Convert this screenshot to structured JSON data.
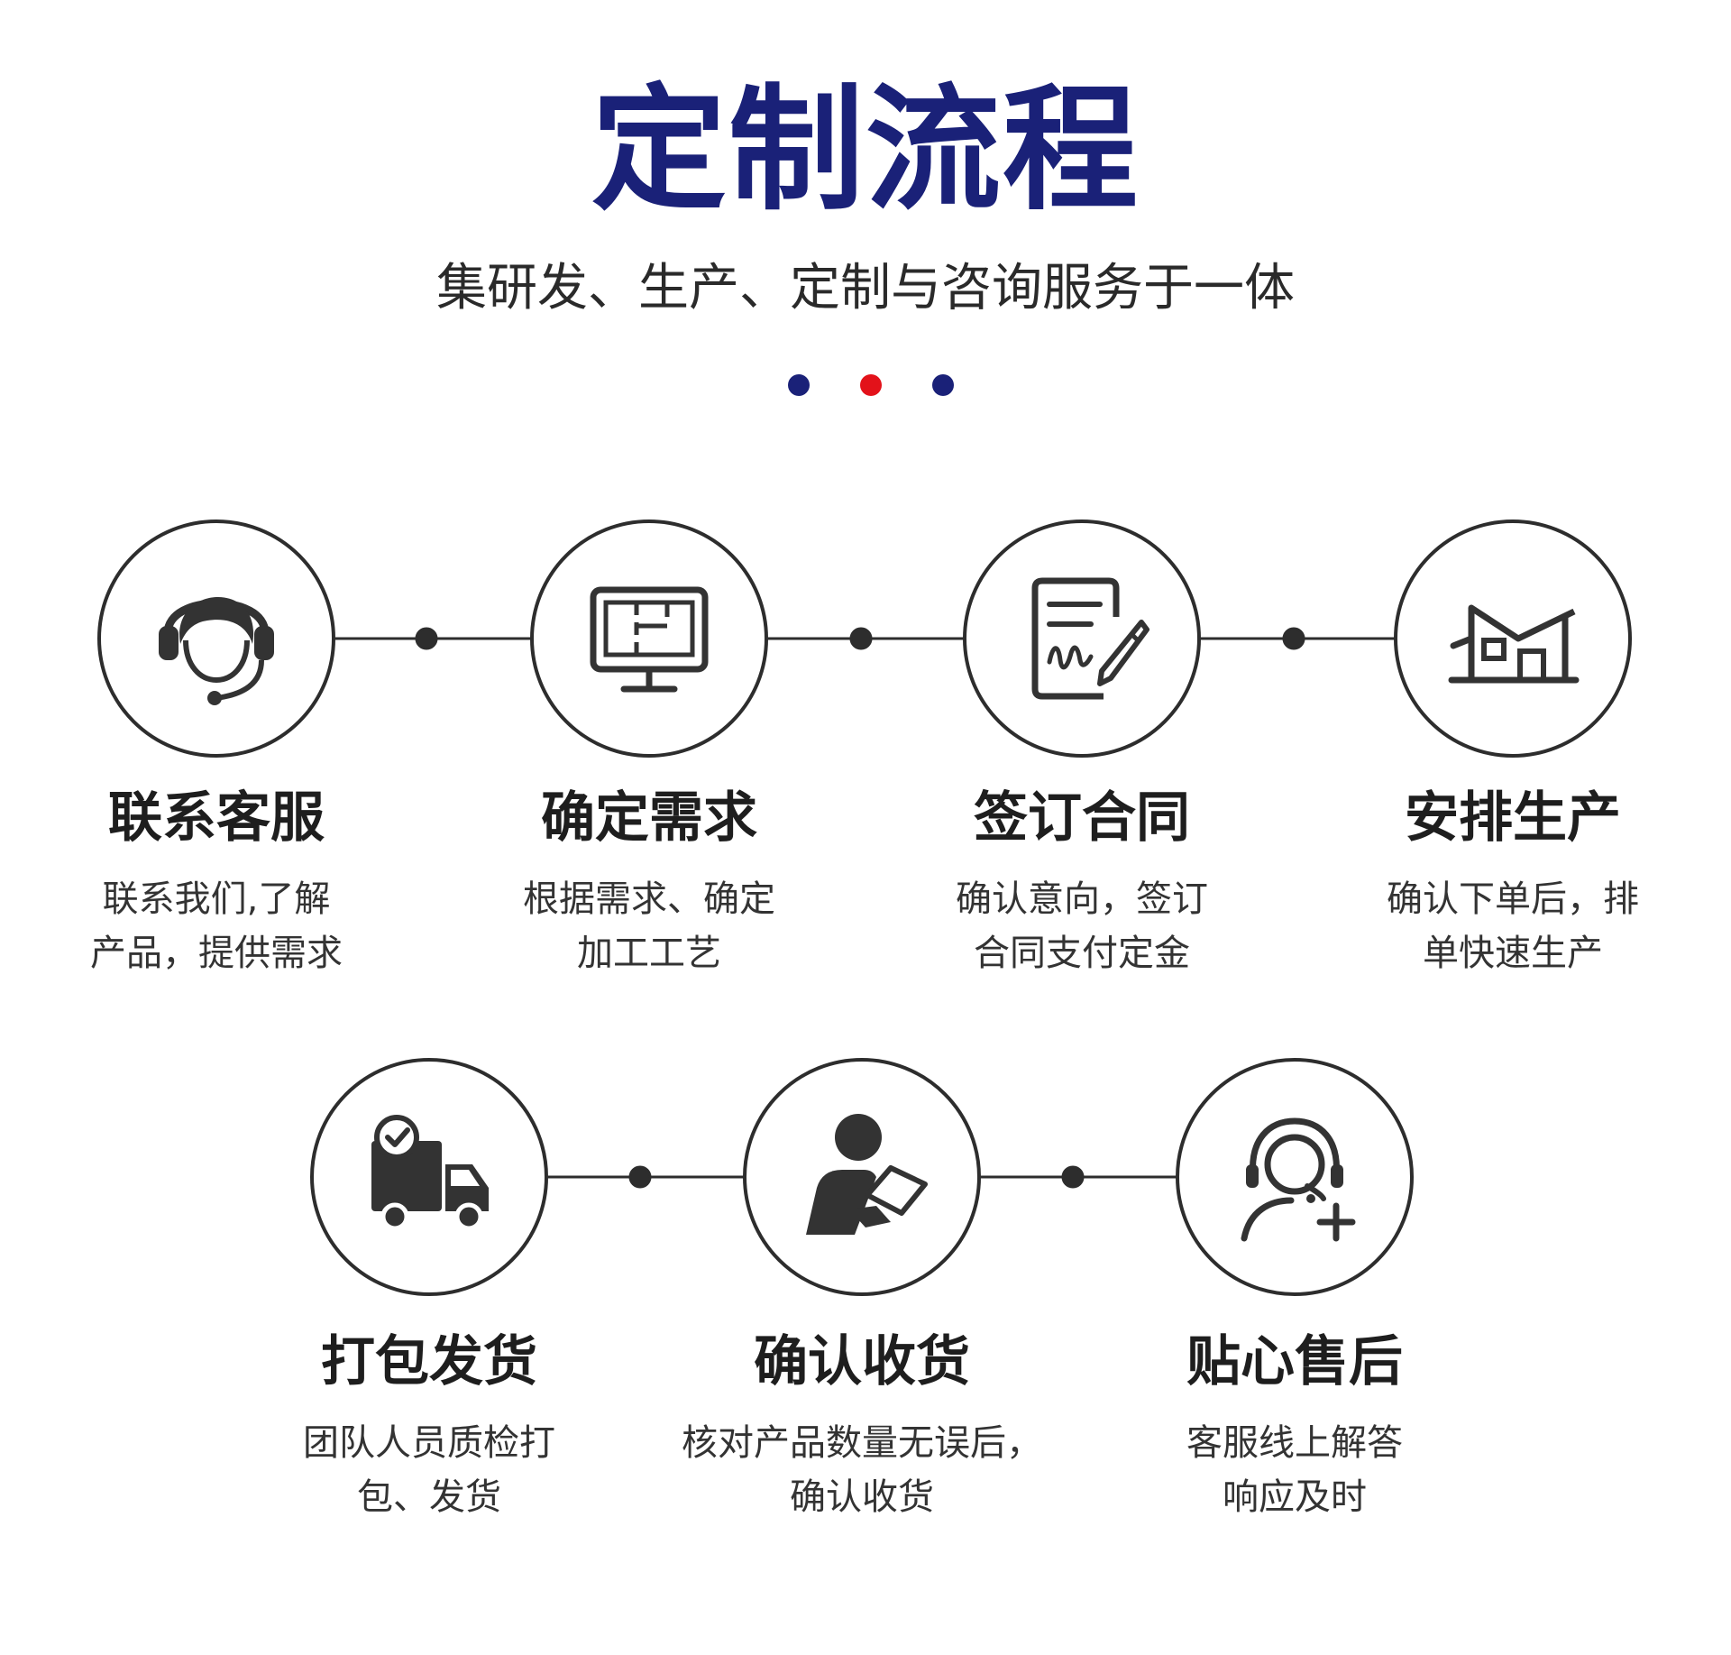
{
  "header": {
    "title": "定制流程",
    "subtitle": "集研发、生产、定制与咨询服务于一体"
  },
  "colors": {
    "title": "#1a2178",
    "dot_blue": "#1a2178",
    "dot_red": "#e3121a",
    "outline": "#2d2d2d"
  },
  "steps": [
    {
      "title": "联系客服",
      "desc": [
        "联系我们,了解",
        "产品，提供需求"
      ],
      "icon": "headset-agent-icon"
    },
    {
      "title": "确定需求",
      "desc": [
        "根据需求、确定",
        "加工工艺"
      ],
      "icon": "monitor-blueprint-icon"
    },
    {
      "title": "签订合同",
      "desc": [
        "确认意向，签订",
        "合同支付定金"
      ],
      "icon": "contract-sign-icon"
    },
    {
      "title": "安排生产",
      "desc": [
        "确认下单后，排",
        "单快速生产"
      ],
      "icon": "factory-icon"
    },
    {
      "title": "打包发货",
      "desc": [
        "团队人员质检打",
        "包、发货"
      ],
      "icon": "delivery-truck-icon"
    },
    {
      "title": "确认收货",
      "desc": [
        "核对产品数量无误后，",
        "确认收货"
      ],
      "icon": "person-clipboard-icon"
    },
    {
      "title": "贴心售后",
      "desc": [
        "客服线上解答",
        "响应及时"
      ],
      "icon": "support-agent-icon"
    }
  ]
}
